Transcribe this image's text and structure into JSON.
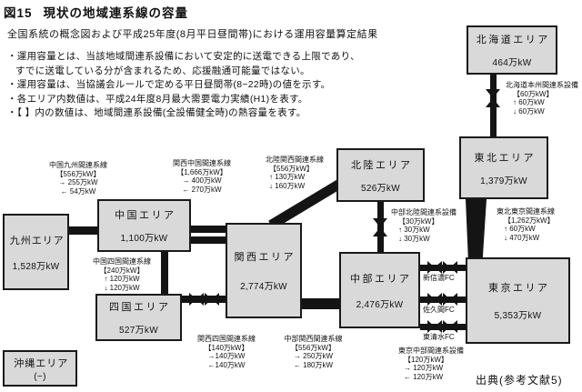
{
  "figure": {
    "fig_no": "図15",
    "title": "現状の地域連系線の容量",
    "subtitle": "全国系統の概念図および平成25年度(8月平日昼間帯)における運用容量算定結果",
    "notes": [
      "・運用容量とは、当該地域間連系設備において安定的に送電できる上限であり、",
      "すでに送電している分が含まれるため、応援融通可能量ではない。",
      "・運用容量は、当協議会ルールで定める平日昼間帯(8~22時)の値を示す。",
      "・各エリア内数値は、平成24年度8月最大需要電力実績(H1)を表す。",
      "・【 】内の数値は、地域間連系設備(全設備健全時)の熱容量を表す。"
    ],
    "source": "出典(参考文献5)"
  },
  "colors": {
    "box_fill": "#d9d9d9",
    "box_border": "#1a1a1a",
    "line": "#141414",
    "background": "#ffffff"
  },
  "areas": [
    {
      "name": "北海道エリア",
      "demand": "464万kW"
    },
    {
      "name": "東北エリア",
      "demand": "1,379万kW"
    },
    {
      "name": "東京エリア",
      "demand": "5,353万kW"
    },
    {
      "name": "中部エリア",
      "demand": "2,476万kW"
    },
    {
      "name": "北陸エリア",
      "demand": "526万kW"
    },
    {
      "name": "関西エリア",
      "demand": "2,774万kW"
    },
    {
      "name": "中国エリア",
      "demand": "1,100万kW"
    },
    {
      "name": "四国エリア",
      "demand": "527万kW"
    },
    {
      "name": "九州エリア",
      "demand": "1,528万kW"
    },
    {
      "name": "沖縄エリア",
      "demand": "(−)"
    }
  ],
  "links": [
    {
      "name": "北海道本州間連系設備",
      "thermal": "【60万kW】",
      "fwd": "↑ 60万kW",
      "rev": "↓ 60万kW"
    },
    {
      "name": "東北東京間連系線",
      "thermal": "【1,262万kW】",
      "fwd": "↑ 60万kW",
      "rev": "↓ 470万kW"
    },
    {
      "name": "中部北陸間連系設備",
      "thermal": "【30万kW】",
      "fwd": "↑ 30万kW",
      "rev": "↓ 30万kW"
    },
    {
      "name": "北陸関西間連系線",
      "thermal": "【556万kW】",
      "fwd": "↑ 130万kW",
      "rev": "↓ 160万kW"
    },
    {
      "name": "東京中部間連系設備",
      "thermal": "【120万kW】",
      "fwd": "→ 120万kW",
      "rev": "← 120万kW"
    },
    {
      "name": "中部関西間連系線",
      "thermal": "【556万kW】",
      "fwd": "→ 250万kW",
      "rev": "← 180万kW"
    },
    {
      "name": "関西四国間連系線",
      "thermal": "【140万kW】",
      "fwd": "→140万kW",
      "rev": "←140万kW"
    },
    {
      "name": "中国四国間連系線",
      "thermal": "【240万kW】",
      "fwd": "↑ 120万kW",
      "rev": "↓ 120万kW"
    },
    {
      "name": "関西中国間連系線",
      "thermal": "【1,666万kW】",
      "fwd": "→ 400万kW",
      "rev": "← 270万kW"
    },
    {
      "name": "中国九州間連系線",
      "thermal": "【556万kW】",
      "fwd": "→ 255万kW",
      "rev": "← 54万kW"
    }
  ],
  "fc": [
    "新信濃FC",
    "佐久間FC",
    "東清水FC"
  ]
}
